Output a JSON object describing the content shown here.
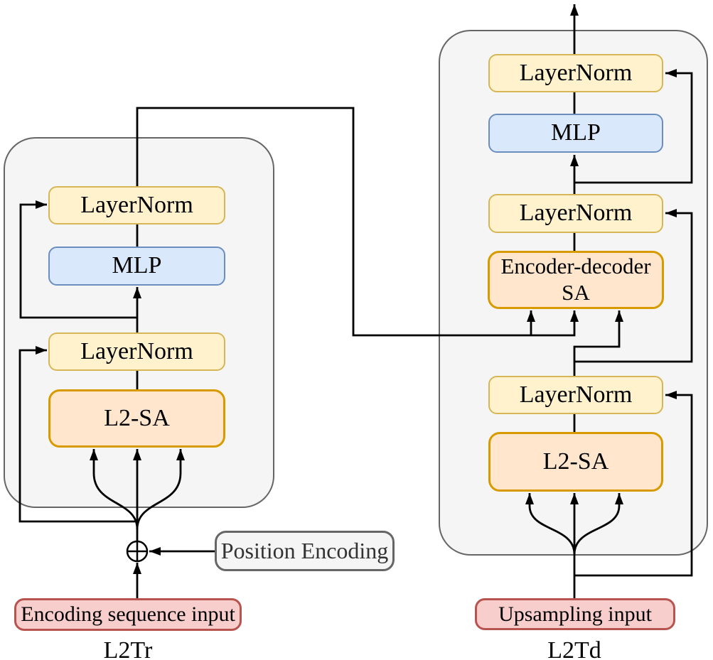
{
  "encoder": {
    "label": "L2Tr",
    "blocks": [
      {
        "label": "LayerNorm"
      },
      {
        "label": "MLP"
      },
      {
        "label": "LayerNorm"
      },
      {
        "label": "L2-SA"
      }
    ],
    "input_label": "Encoding sequence input",
    "position_encoding_label": "Position Encoding",
    "add_icon": "plus-circle"
  },
  "decoder": {
    "label": "L2Td",
    "blocks": [
      {
        "label": "LayerNorm"
      },
      {
        "label": "MLP"
      },
      {
        "label": "LayerNorm"
      },
      {
        "label": "Encoder-decoder\nSA"
      },
      {
        "label": "LayerNorm"
      },
      {
        "label": "L2-SA"
      }
    ],
    "input_label": "Upsampling input"
  },
  "colors": {
    "layernorm_fill": "#FFF2CC",
    "layernorm_stroke": "#D6B656",
    "mlp_fill": "#DAE8FC",
    "mlp_stroke": "#6C8EBF",
    "sa_fill": "#FFE6CC",
    "sa_stroke": "#D79B00",
    "input_fill": "#F8CECC",
    "input_stroke": "#B85450",
    "panel_fill": "#F5F5F5",
    "panel_stroke": "#666666",
    "connector": "#000000"
  }
}
